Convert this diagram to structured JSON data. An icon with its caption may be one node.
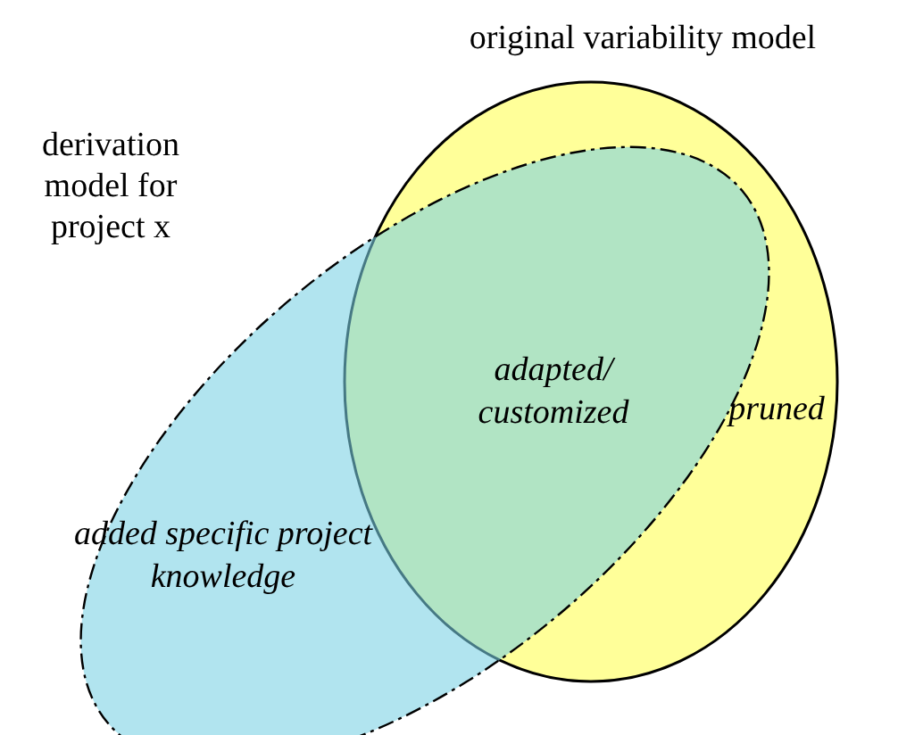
{
  "diagram": {
    "nodes": [
      {
        "text": [
          "original variability model"
        ]
      },
      {
        "text": [
          "derivation model for project x"
        ]
      }
    ],
    "edges": [],
    "labels": [
      "adapted/ customized",
      "pruned",
      "added specific project knowledge"
    ]
  }
}
